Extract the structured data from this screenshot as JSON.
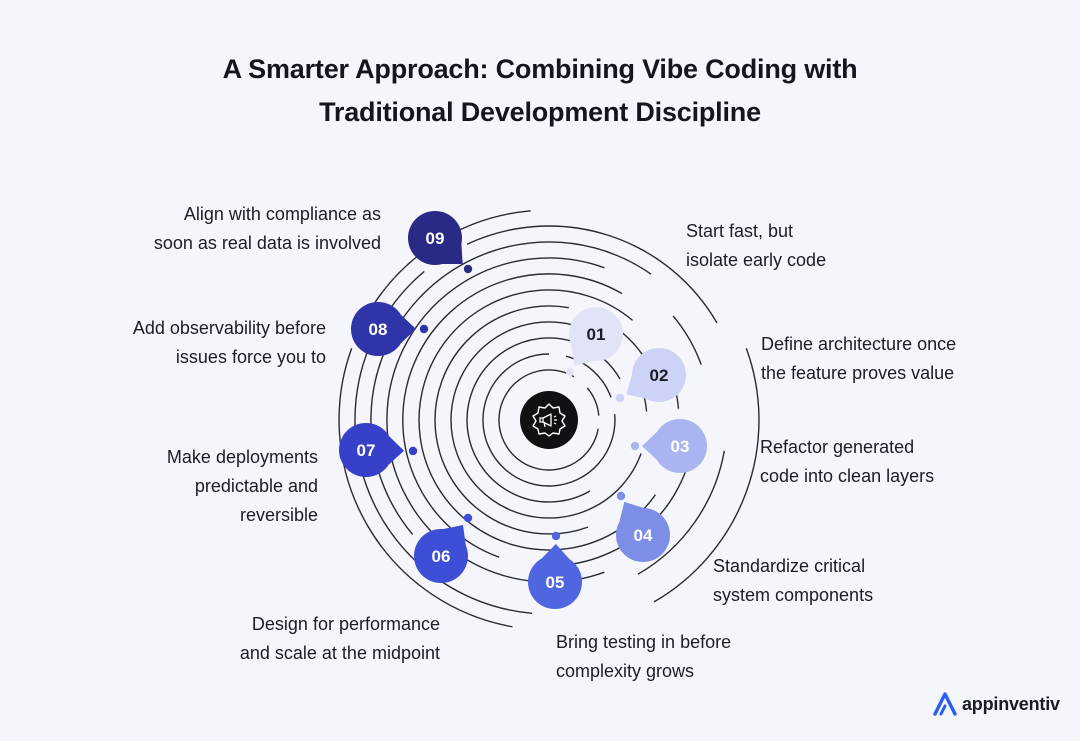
{
  "title": {
    "line1": "A Smarter Approach: Combining Vibe Coding with",
    "line2": "Traditional Development Discipline"
  },
  "center_icon": "gear-with-megaphone-icon",
  "steps": [
    {
      "number": "01",
      "text": "Start fast, but\nisolate early code",
      "color": "#e1e4f7",
      "text_color": "#1c1c28"
    },
    {
      "number": "02",
      "text": "Define architecture once\nthe feature proves value",
      "color": "#cdd3f6",
      "text_color": "#1c1c28"
    },
    {
      "number": "03",
      "text": "Refactor generated\ncode into clean layers",
      "color": "#a9b4f0",
      "text_color": "#ffffff"
    },
    {
      "number": "04",
      "text": "Standardize critical\nsystem components",
      "color": "#7d8ee6",
      "text_color": "#ffffff"
    },
    {
      "number": "05",
      "text": "Bring testing in before\ncomplexity grows",
      "color": "#5065e0",
      "text_color": "#ffffff"
    },
    {
      "number": "06",
      "text": "Design for performance\nand scale at the midpoint",
      "color": "#3d4fd6",
      "text_color": "#ffffff"
    },
    {
      "number": "07",
      "text": "Make deployments\npredictable and\nreversible",
      "color": "#3640c9",
      "text_color": "#ffffff"
    },
    {
      "number": "08",
      "text": "Add observability before\nissues force you to",
      "color": "#2f34a8",
      "text_color": "#ffffff"
    },
    {
      "number": "09",
      "text": "Align with compliance as\nsoon as real data is involved",
      "color": "#292a85",
      "text_color": "#ffffff"
    }
  ],
  "logo": {
    "text": "appinventiv",
    "icon": "appinventiv-logo-icon",
    "color": "#2b5cf6"
  }
}
